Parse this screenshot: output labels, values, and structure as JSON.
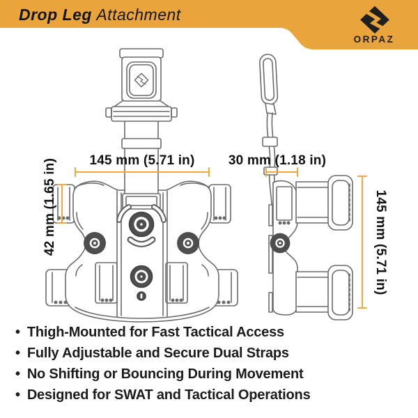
{
  "header": {
    "product_bold": "Drop Leg",
    "product_light": "Attachment",
    "brand": "ORPAZ"
  },
  "icons": {
    "brand_logo": "orpaz-diamond-logo"
  },
  "dimensions": {
    "front_width": "145 mm (5.71 in)",
    "front_strap_height": "42 mm (1.65 in)",
    "side_depth": "30 mm (1.18 in)",
    "side_height": "145 mm (5.71 in)"
  },
  "features": {
    "bullet": "•",
    "items": [
      "Thigh-Mounted for Fast Tactical Access",
      "Fully Adjustable and Secure Dual Straps",
      "No Shifting or Bouncing During Movement",
      "Designed for SWAT and Tactical Operations"
    ]
  },
  "colors": {
    "accent_orange": "#E9A43B",
    "dimension_line": "#F1A73C",
    "line_art_gray": "#6a6a6a",
    "dark_fill": "#4e4e4e",
    "text_black": "#151515"
  }
}
